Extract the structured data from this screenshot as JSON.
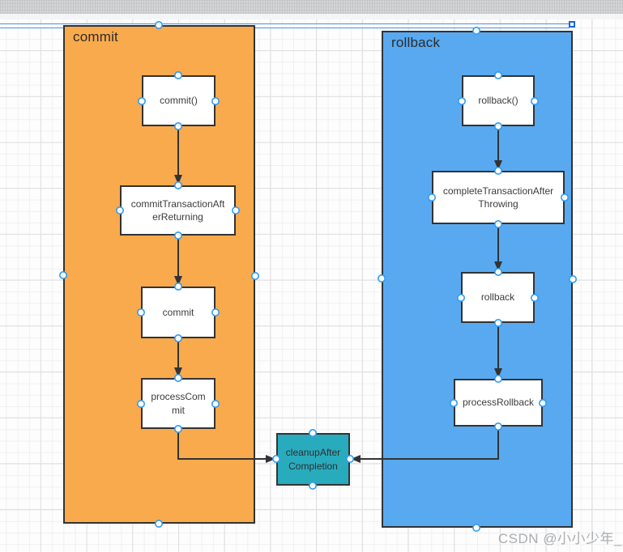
{
  "colors": {
    "container_commit_fill": "#F9AA4D",
    "container_rollback_fill": "#58A9F0",
    "cleanup_fill": "#29ABBE",
    "node_fill": "#FFFFFF",
    "stroke": "#333333",
    "selection_blue": "#4E8FDF",
    "handle_blue": "#1A66D9",
    "handle_ring": "#2E9BF5"
  },
  "containers": {
    "commit": {
      "label": "commit"
    },
    "rollback": {
      "label": "rollback"
    }
  },
  "nodes": {
    "commit_call": {
      "label": "commit()"
    },
    "commit_txn_after_returning": {
      "label": "commitTransactionAft\nerReturning"
    },
    "commit_inner": {
      "label": "commit"
    },
    "process_commit": {
      "label": "processCom\nmit"
    },
    "rollback_call": {
      "label": "rollback()"
    },
    "complete_txn_after_throwing": {
      "label": "completeTransactionAfter\nThrowing"
    },
    "rollback_inner": {
      "label": "rollback"
    },
    "process_rollback": {
      "label": "processRollback"
    },
    "cleanup_after_completion": {
      "label": "cleanupAfter\nCompletion"
    }
  },
  "edges": [
    {
      "from": "commit()",
      "to": "commitTransactionAfterReturning"
    },
    {
      "from": "commitTransactionAfterReturning",
      "to": "commit"
    },
    {
      "from": "commit",
      "to": "processCommit"
    },
    {
      "from": "processCommit",
      "to": "cleanupAfterCompletion"
    },
    {
      "from": "rollback()",
      "to": "completeTransactionAfterThrowing"
    },
    {
      "from": "completeTransactionAfterThrowing",
      "to": "rollback"
    },
    {
      "from": "rollback",
      "to": "processRollback"
    },
    {
      "from": "processRollback",
      "to": "cleanupAfterCompletion"
    }
  ],
  "watermark": {
    "text": "CSDN @小小少年_"
  }
}
